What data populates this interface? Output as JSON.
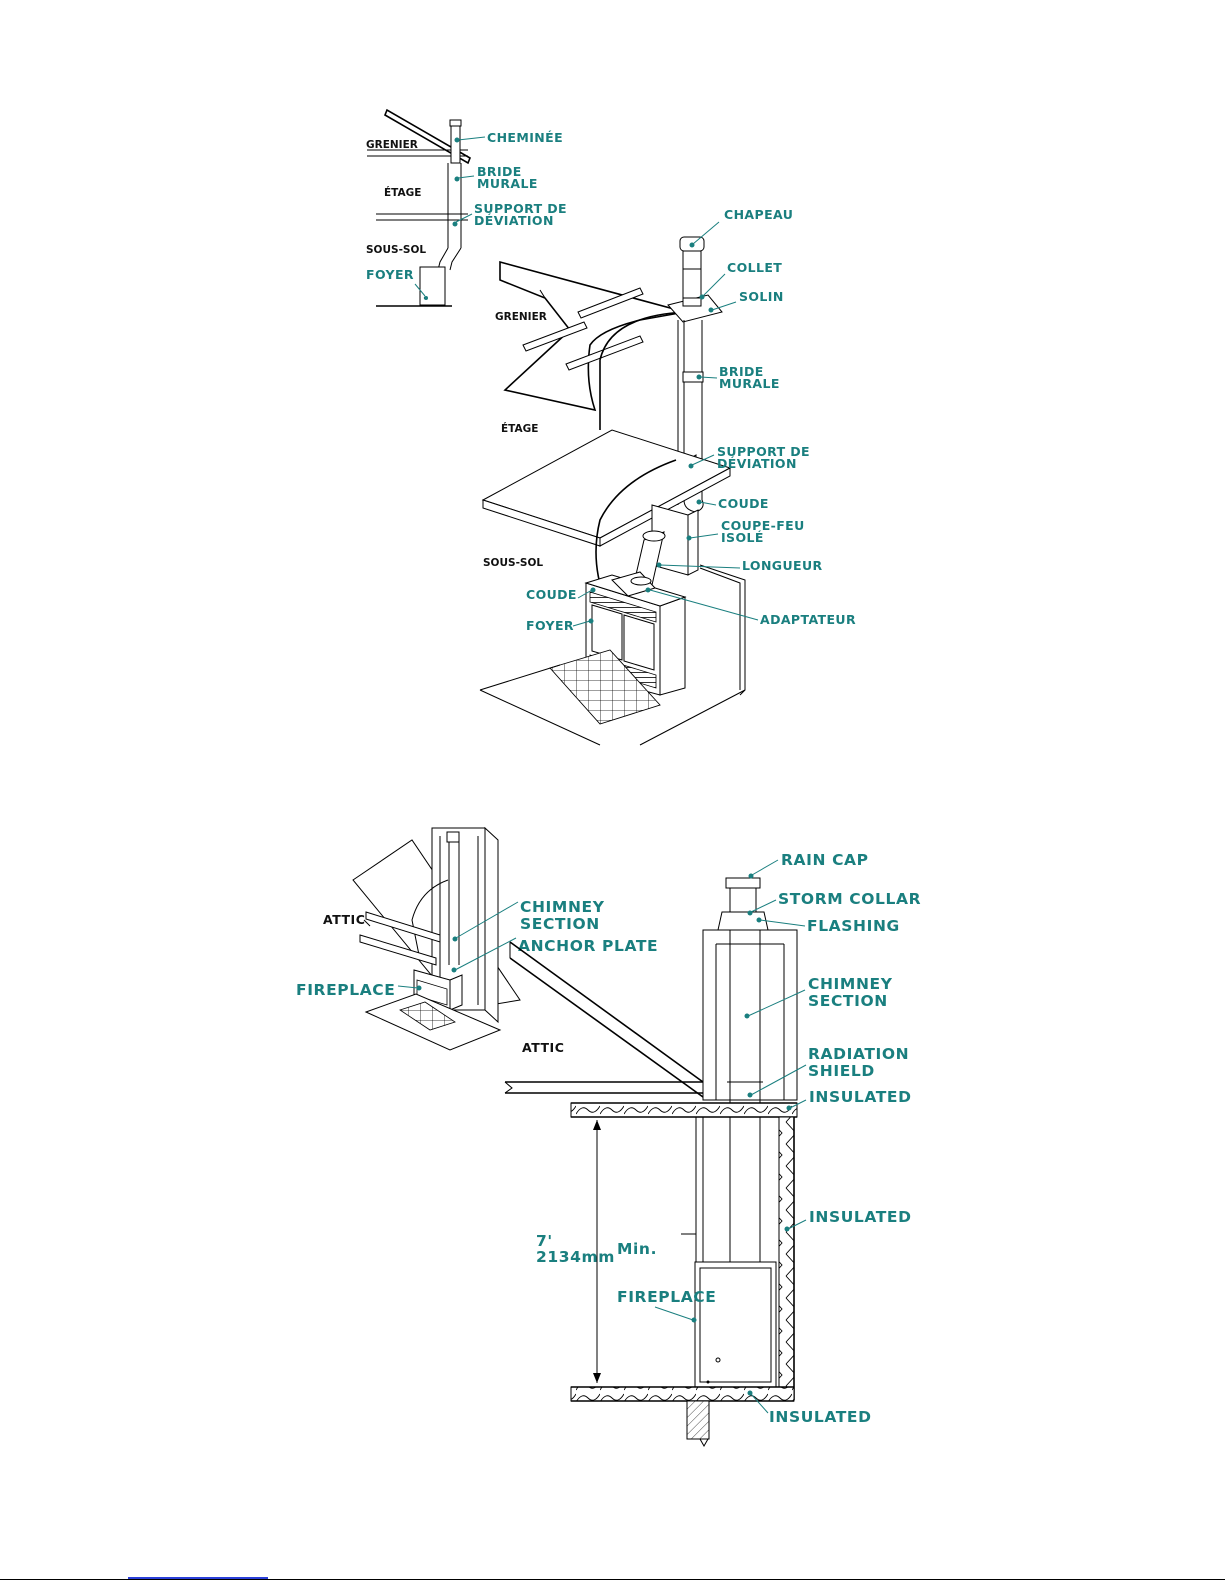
{
  "colors": {
    "callout": "#1a7f7f",
    "room_label": "#111111",
    "line": "#000000"
  },
  "diagram_fr": {
    "inset": {
      "rooms": {
        "grenier": "GRENIER",
        "etage": "ÉTAGE",
        "sous_sol": "SOUS-SOL"
      },
      "labels": {
        "cheminee": "CHEMINÉE",
        "bride_murale_1": "BRIDE",
        "bride_murale_2": "MURALE",
        "support_1": "SUPPORT DE",
        "support_2": "DÉVIATION",
        "foyer": "FOYER"
      }
    },
    "main": {
      "rooms": {
        "grenier": "GRENIER",
        "etage": "ÉTAGE",
        "sous_sol": "SOUS-SOL"
      },
      "labels": {
        "chapeau": "CHAPEAU",
        "collet": "COLLET",
        "solin": "SOLIN",
        "bride_murale_1": "BRIDE",
        "bride_murale_2": "MURALE",
        "support_1": "SUPPORT DE",
        "support_2": "DÉVIATION",
        "coude_top": "COUDE",
        "coupe_feu_1": "COUPE-FEU",
        "coupe_feu_2": "ISOLÉ",
        "longueur": "LONGUEUR",
        "coude_bottom": "COUDE",
        "adaptateur": "ADAPTATEUR",
        "foyer": "FOYER"
      }
    }
  },
  "diagram_en": {
    "inset": {
      "rooms": {
        "attic": "ATTIC"
      },
      "labels": {
        "chimney_section_1": "CHIMNEY",
        "chimney_section_2": "SECTION",
        "anchor_plate": "ANCHOR PLATE",
        "fireplace": "FIREPLACE"
      }
    },
    "main": {
      "rooms": {
        "attic": "ATTIC"
      },
      "labels": {
        "rain_cap": "RAIN CAP",
        "storm_collar": "STORM COLLAR",
        "flashing": "FLASHING",
        "chimney_section_1": "CHIMNEY",
        "chimney_section_2": "SECTION",
        "radiation_shield_1": "RADIATION",
        "radiation_shield_2": "SHIELD",
        "insulated_top": "INSULATED",
        "insulated_mid": "INSULATED",
        "insulated_bottom": "INSULATED",
        "fireplace": "FIREPLACE"
      },
      "dimension": {
        "feet": "7'",
        "mm": "2134mm",
        "min": "Min."
      }
    }
  }
}
